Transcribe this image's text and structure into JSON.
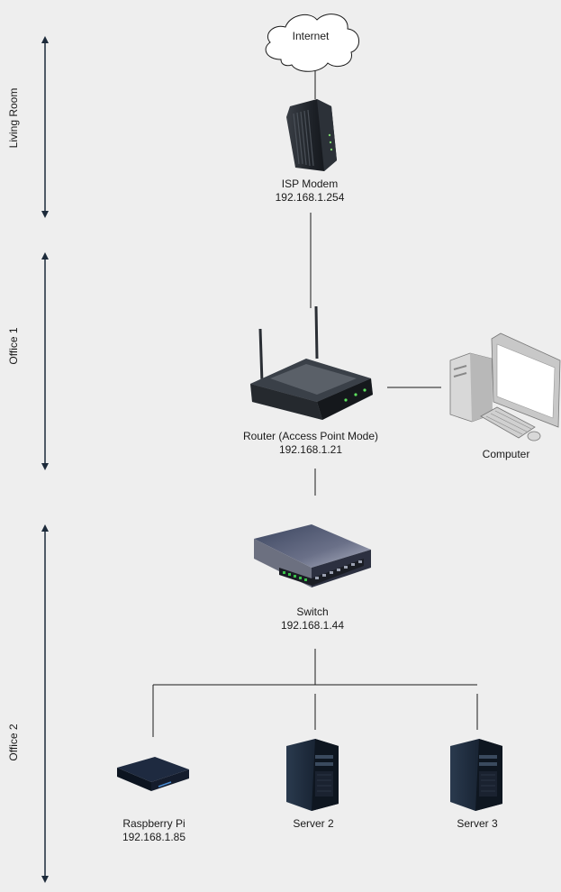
{
  "zones": [
    {
      "id": "living",
      "label": "Living Room"
    },
    {
      "id": "office1",
      "label": "Office 1"
    },
    {
      "id": "office2",
      "label": "Office 2"
    }
  ],
  "nodes": {
    "internet": {
      "name": "Internet",
      "icon": "cloud-icon"
    },
    "modem": {
      "name": "ISP Modem",
      "ip": "192.168.1.254",
      "icon": "modem-icon"
    },
    "router": {
      "name": "Router (Access Point Mode)",
      "ip": "192.168.1.21",
      "icon": "router-icon"
    },
    "computer": {
      "name": "Computer",
      "icon": "desktop-computer-icon"
    },
    "switch": {
      "name": "Switch",
      "ip": "192.168.1.44",
      "icon": "network-switch-icon"
    },
    "raspberry": {
      "name": "Raspberry Pi",
      "ip": "192.168.1.85",
      "icon": "raspberry-pi-icon"
    },
    "server2": {
      "name": "Server 2",
      "icon": "server-tower-icon"
    },
    "server3": {
      "name": "Server 3",
      "icon": "server-tower-icon"
    }
  },
  "connections": [
    [
      "internet",
      "modem"
    ],
    [
      "modem",
      "router"
    ],
    [
      "router",
      "computer"
    ],
    [
      "router",
      "switch"
    ],
    [
      "switch",
      "raspberry"
    ],
    [
      "switch",
      "server2"
    ],
    [
      "switch",
      "server3"
    ]
  ],
  "colors": {
    "background": "#eeeeee",
    "line": "#1a1a1a",
    "arrow": "#1c2a3a"
  }
}
